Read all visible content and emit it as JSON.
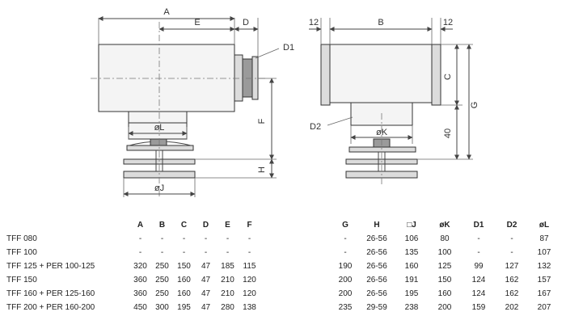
{
  "diagram": {
    "labels": {
      "A": "A",
      "E": "E",
      "D": "D",
      "D1": "D1",
      "F": "F",
      "H": "H",
      "oL": "øL",
      "oJ": "øJ",
      "B": "B",
      "C": "C",
      "G": "G",
      "D2": "D2",
      "oK": "øK",
      "n12a": "12",
      "n12b": "12",
      "n40": "40"
    }
  },
  "table_left": {
    "headers": [
      "A",
      "B",
      "C",
      "D",
      "E",
      "F"
    ],
    "rows": [
      {
        "model": "TFF 080",
        "values": [
          "-",
          "-",
          "-",
          "-",
          "-",
          "-"
        ]
      },
      {
        "model": "TFF 100",
        "values": [
          "-",
          "-",
          "-",
          "-",
          "-",
          "-"
        ]
      },
      {
        "model": "TFF 125 + PER 100-125",
        "values": [
          "320",
          "250",
          "150",
          "47",
          "185",
          "115"
        ]
      },
      {
        "model": "TFF 150",
        "values": [
          "360",
          "250",
          "160",
          "47",
          "210",
          "120"
        ]
      },
      {
        "model": "TFF 160 + PER 125-160",
        "values": [
          "360",
          "250",
          "160",
          "47",
          "210",
          "120"
        ]
      },
      {
        "model": "TFF 200 + PER 160-200",
        "values": [
          "450",
          "300",
          "195",
          "47",
          "280",
          "138"
        ]
      }
    ]
  },
  "table_right": {
    "headers": [
      "G",
      "H",
      "□J",
      "øK",
      "D1",
      "D2",
      "øL"
    ],
    "rows": [
      [
        "-",
        "26-56",
        "106",
        "80",
        "-",
        "-",
        "87"
      ],
      [
        "-",
        "26-56",
        "135",
        "100",
        "-",
        "-",
        "107"
      ],
      [
        "190",
        "26-56",
        "160",
        "125",
        "99",
        "127",
        "132"
      ],
      [
        "200",
        "26-56",
        "191",
        "150",
        "124",
        "162",
        "157"
      ],
      [
        "200",
        "26-56",
        "195",
        "160",
        "124",
        "162",
        "167"
      ],
      [
        "235",
        "29-59",
        "238",
        "200",
        "159",
        "202",
        "207"
      ]
    ]
  }
}
